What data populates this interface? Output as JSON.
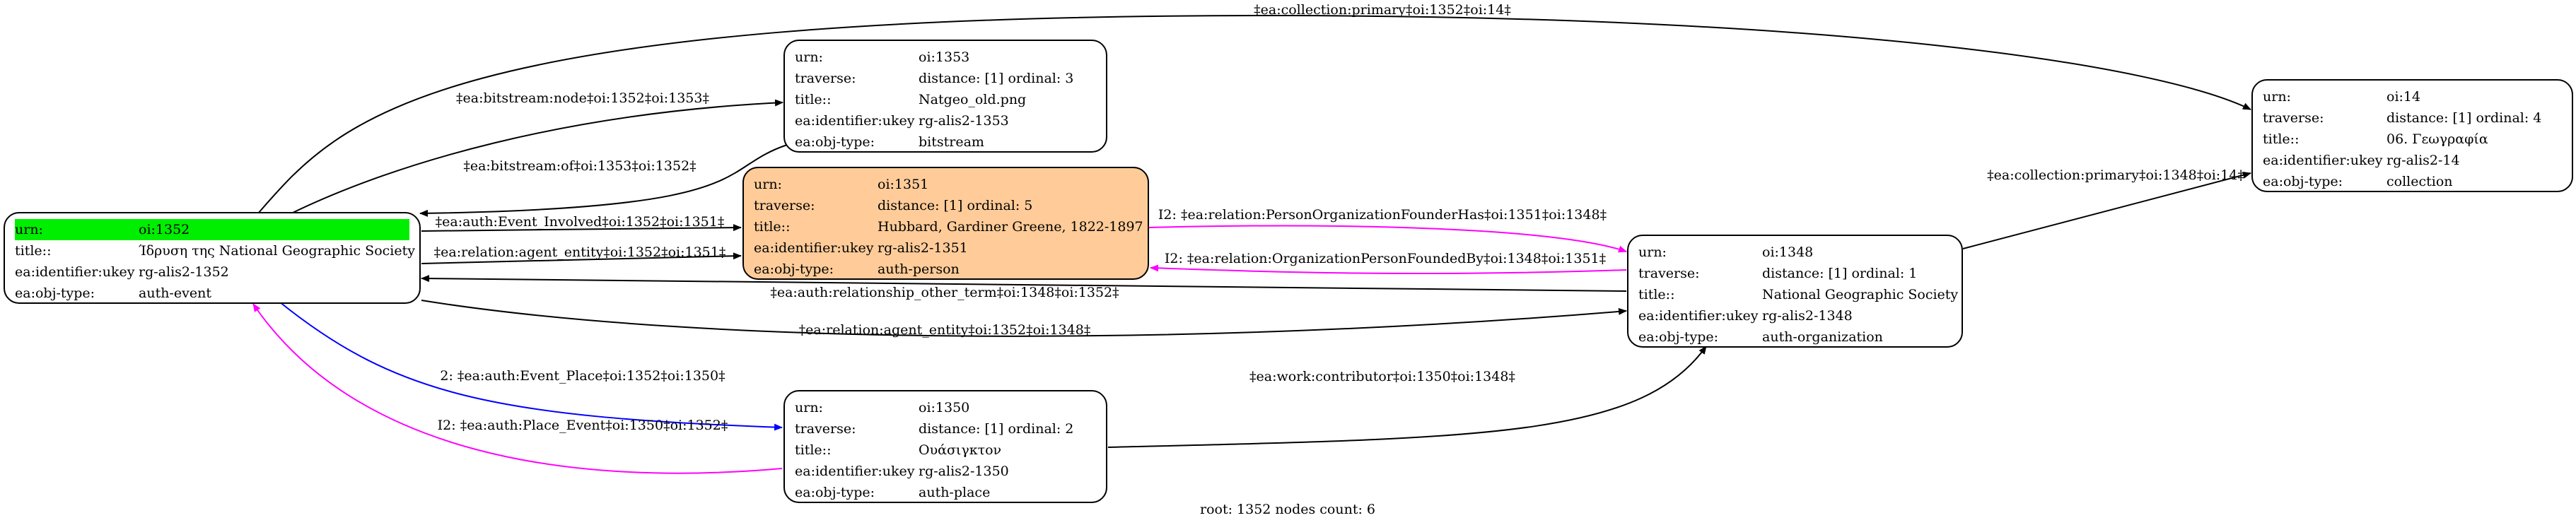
{
  "nodes": {
    "n1352": {
      "rows": [
        {
          "k": "urn:",
          "v": "oi:1352"
        },
        {
          "k": "title::",
          "v": "Ίδρυση της National Geographic Society"
        },
        {
          "k": "ea:identifier:ukey",
          "v": "rg-alis2-1352"
        },
        {
          "k": "ea:obj-type:",
          "v": "auth-event"
        }
      ]
    },
    "n1353": {
      "rows": [
        {
          "k": "urn:",
          "v": "oi:1353"
        },
        {
          "k": "traverse:",
          "v": "distance: [1]     ordinal: 3"
        },
        {
          "k": "title::",
          "v": "Natgeo_old.png"
        },
        {
          "k": "ea:identifier:ukey",
          "v": "rg-alis2-1353"
        },
        {
          "k": "ea:obj-type:",
          "v": "bitstream"
        }
      ]
    },
    "n1351": {
      "rows": [
        {
          "k": "urn:",
          "v": "oi:1351"
        },
        {
          "k": "traverse:",
          "v": "distance: [1]     ordinal: 5"
        },
        {
          "k": "title::",
          "v": "Hubbard, Gardiner Greene, 1822-1897"
        },
        {
          "k": "ea:identifier:ukey",
          "v": "rg-alis2-1351"
        },
        {
          "k": "ea:obj-type:",
          "v": "auth-person"
        }
      ]
    },
    "n1350": {
      "rows": [
        {
          "k": "urn:",
          "v": "oi:1350"
        },
        {
          "k": "traverse:",
          "v": "distance: [1]     ordinal: 2"
        },
        {
          "k": "title::",
          "v": "Ουάσιγκτον"
        },
        {
          "k": "ea:identifier:ukey",
          "v": "rg-alis2-1350"
        },
        {
          "k": "ea:obj-type:",
          "v": "auth-place"
        }
      ]
    },
    "n1348": {
      "rows": [
        {
          "k": "urn:",
          "v": "oi:1348"
        },
        {
          "k": "traverse:",
          "v": "distance: [1]     ordinal: 1"
        },
        {
          "k": "title::",
          "v": "National Geographic Society"
        },
        {
          "k": "ea:identifier:ukey",
          "v": "rg-alis2-1348"
        },
        {
          "k": "ea:obj-type:",
          "v": "auth-organization"
        }
      ]
    },
    "n14": {
      "rows": [
        {
          "k": "urn:",
          "v": "oi:14"
        },
        {
          "k": "traverse:",
          "v": "distance: [1]     ordinal: 4"
        },
        {
          "k": "title::",
          "v": "06. Γεωγραφία"
        },
        {
          "k": "ea:identifier:ukey",
          "v": "rg-alis2-14"
        },
        {
          "k": "ea:obj-type:",
          "v": "collection"
        }
      ]
    }
  },
  "edges": {
    "collection_primary_1352_14": "‡ea:collection:primary‡oi:1352‡oi:14‡",
    "bitstream_node": "‡ea:bitstream:node‡oi:1352‡oi:1353‡",
    "bitstream_of": "‡ea:bitstream:of‡oi:1353‡oi:1352‡",
    "event_involved": "‡ea:auth:Event_Involved‡oi:1352‡oi:1351‡",
    "agent_entity_1351": "‡ea:relation:agent_entity‡oi:1352‡oi:1351‡",
    "person_org_founder": "I2: ‡ea:relation:PersonOrganizationFounderHas‡oi:1351‡oi:1348‡",
    "org_person_founded": "I2: ‡ea:relation:OrganizationPersonFoundedBy‡oi:1348‡oi:1351‡",
    "relationship_other_term": "‡ea:auth:relationship_other_term‡oi:1348‡oi:1352‡",
    "agent_entity_1348": "‡ea:relation:agent_entity‡oi:1352‡oi:1348‡",
    "event_place": "2: ‡ea:auth:Event_Place‡oi:1352‡oi:1350‡",
    "place_event": "I2: ‡ea:auth:Place_Event‡oi:1350‡oi:1352‡",
    "work_contributor": "‡ea:work:contributor‡oi:1350‡oi:1348‡",
    "collection_primary_1348_14": "‡ea:collection:primary‡oi:1348‡oi:14‡"
  },
  "footer": "root: 1352 nodes count: 6",
  "colors": {
    "root_urn_highlight": "#00ee00",
    "person_node_fill": "#ffcc99",
    "inverse_edge": "#ff00ff",
    "place_edge": "#0000ff",
    "default_edge": "#000000"
  }
}
